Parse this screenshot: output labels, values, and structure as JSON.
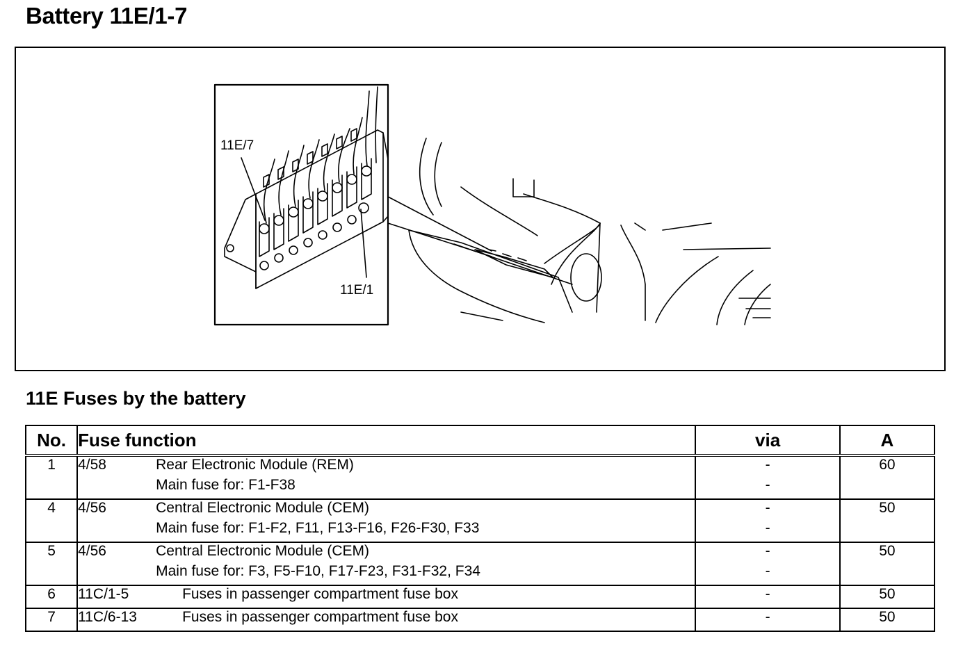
{
  "title": "Battery 11E/1-7",
  "figure": {
    "labels": {
      "top_left": "11E/7",
      "bottom_right": "11E/1"
    }
  },
  "section_title": "11E Fuses by the battery",
  "table": {
    "headers": {
      "no": "No.",
      "function": "Fuse function",
      "via": "via",
      "amp": "A"
    },
    "rows": [
      {
        "no": "1",
        "code": "4/58",
        "function": "Rear Electronic Module (REM)",
        "subfunction": "Main fuse for: F1-F38",
        "via": [
          "-",
          "-"
        ],
        "amp": "60"
      },
      {
        "no": "4",
        "code": "4/56",
        "function": "Central Electronic Module (CEM)",
        "subfunction": "Main fuse for: F1-F2, F11, F13-F16, F26-F30, F33",
        "via": [
          "-",
          "-"
        ],
        "amp": "50"
      },
      {
        "no": "5",
        "code": "4/56",
        "function": "Central Electronic Module (CEM)",
        "subfunction": "Main fuse for: F3, F5-F10, F17-F23, F31-F32, F34",
        "via": [
          "-",
          "-"
        ],
        "amp": "50"
      },
      {
        "no": "6",
        "code": "11C/1-5",
        "function": "Fuses in passenger compartment fuse box",
        "via": [
          "-"
        ],
        "amp": "50"
      },
      {
        "no": "7",
        "code": "11C/6-13",
        "function": "Fuses in passenger compartment fuse box",
        "via": [
          "-"
        ],
        "amp": "50"
      }
    ]
  }
}
